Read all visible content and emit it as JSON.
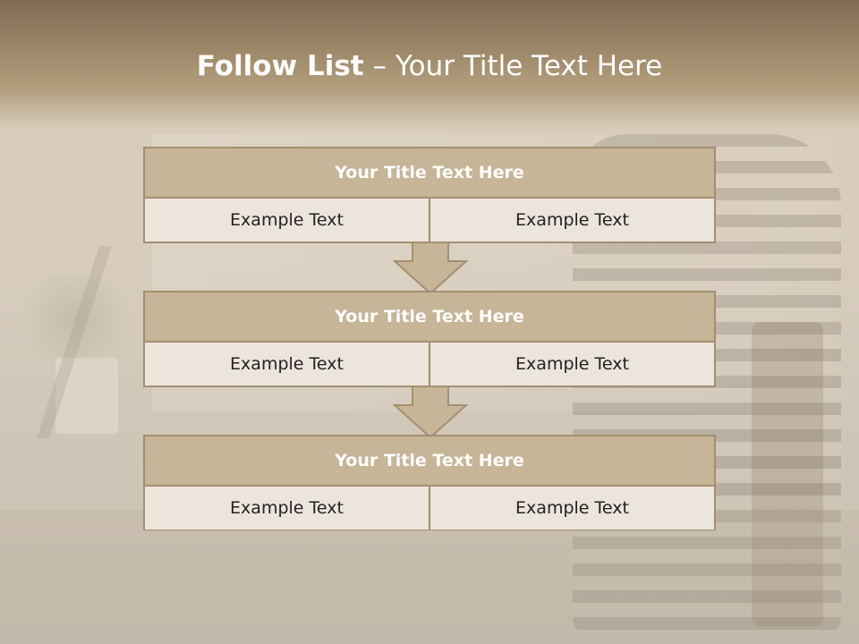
{
  "title": {
    "bold": "Follow List",
    "rest": " – Your Title Text Here"
  },
  "steps": [
    {
      "title": "Your Title Text Here",
      "left": "Example Text",
      "right": "Example Text"
    },
    {
      "title": "Your Title Text Here",
      "left": "Example Text",
      "right": "Example Text"
    },
    {
      "title": "Your Title Text Here",
      "left": "Example Text",
      "right": "Example Text"
    }
  ],
  "colors": {
    "header": "#9a8566",
    "box_header": "#c7b597",
    "box_body": "#ebe5dc",
    "border": "#a38f6f"
  }
}
